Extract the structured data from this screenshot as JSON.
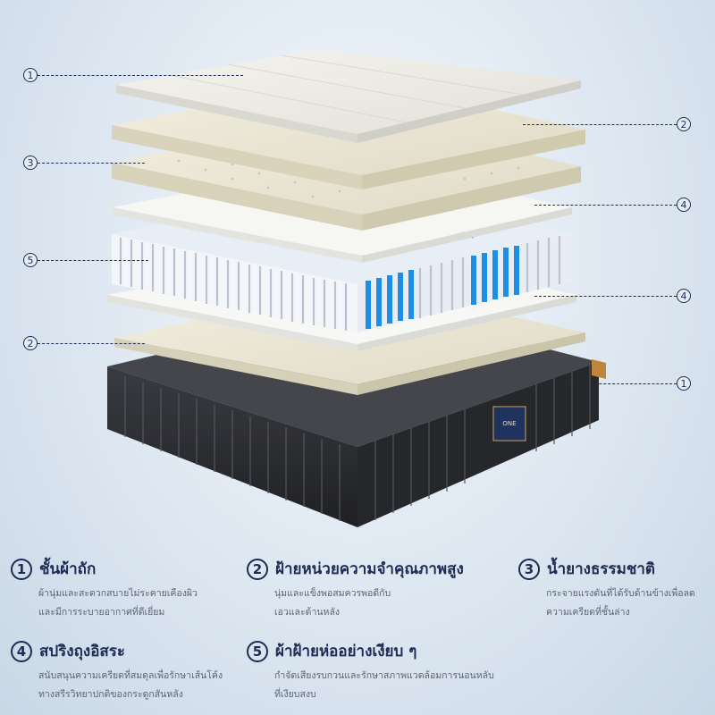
{
  "callouts": [
    {
      "num": "1",
      "side": "left"
    },
    {
      "num": "2",
      "side": "right"
    },
    {
      "num": "3",
      "side": "left"
    },
    {
      "num": "4",
      "side": "right"
    },
    {
      "num": "5",
      "side": "left"
    },
    {
      "num": "4",
      "side": "right"
    },
    {
      "num": "2",
      "side": "left"
    },
    {
      "num": "1",
      "side": "right"
    }
  ],
  "label": {
    "brand": "ONE"
  },
  "features": [
    {
      "num": "1",
      "title": "ชั้นผ้าถัก",
      "desc": "ผ้านุ่มและสะดวกสบายไม่ระคายเคืองผิว\nและมีการระบายอากาศที่ดีเยี่ยม"
    },
    {
      "num": "2",
      "title": "ฝ้ายหน่วยความจำคุณภาพสูง",
      "desc": "นุ่มและแข็งพอสมควรพอดีกับ\nเอวและด้านหลัง"
    },
    {
      "num": "3",
      "title": "น้ำยางธรรมชาติ",
      "desc": "กระจายแรงดันที่ได้รับด้านข้างเพื่อลด\nความเครียดที่ชั้นล่าง"
    },
    {
      "num": "4",
      "title": "สปริงถุงอิสระ",
      "desc": "สนับสนุนความเครียดที่สมดุลเพื่อรักษาเส้นโค้ง\nทางสรีรวิทยาปกติของกระดูกสันหลัง"
    },
    {
      "num": "5",
      "title": "ผ้าฝ้ายห่ออย่างเงียบ ๆ",
      "desc": "กำจัดเสียงรบกวนและรักษาสภาพแวดล้อมการนอนหลับ\nที่เงียบสงบ"
    }
  ],
  "colors": {
    "navy": "#1d2b55",
    "spring_blue": "#1f8ee6",
    "base": "#2a2b2f",
    "cream": "#efece1"
  }
}
